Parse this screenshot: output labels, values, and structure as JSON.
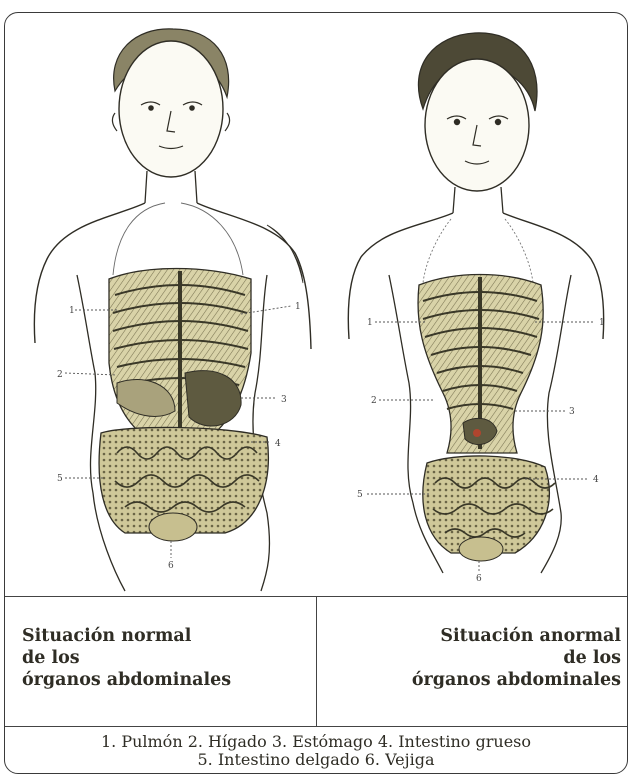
{
  "left_caption": {
    "line1": "Situación normal",
    "line2": "de los",
    "line3": "órganos abdominales"
  },
  "right_caption": {
    "line1": "Situación anormal",
    "line2": "de los",
    "line3": "órganos abdominales"
  },
  "legend": {
    "line1": "1. Pulmón  2. Hígado  3. Estómago  4. Intestino grueso",
    "line2": "5. Intestino delgado  6. Vejiga"
  },
  "labels": {
    "normal": [
      "1",
      "1",
      "2",
      "3",
      "4",
      "5",
      "6"
    ],
    "abnormal": [
      "1",
      "1",
      "2",
      "3",
      "4",
      "5",
      "6"
    ]
  },
  "colors": {
    "ink": "#2f2d25",
    "organ_fill": "#d6d0a4",
    "organ_dark": "#6e6a4a",
    "stomach_red": "#b0452e"
  }
}
